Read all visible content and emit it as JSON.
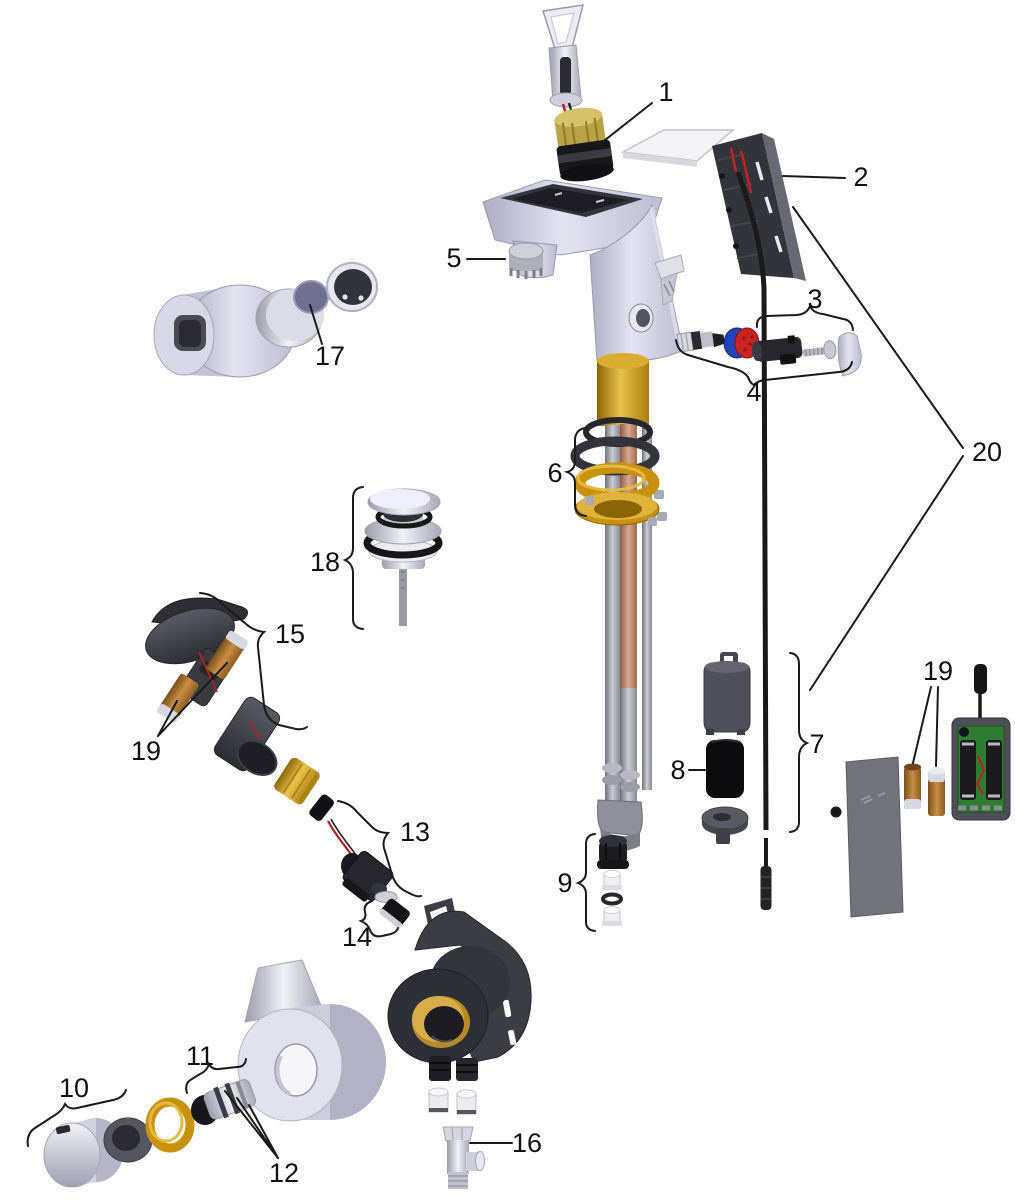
{
  "diagram": {
    "labels": {
      "p1": "1",
      "p2": "2",
      "p3": "3",
      "p4": "4",
      "p5": "5",
      "p6": "6",
      "p7": "7",
      "p8": "8",
      "p9": "9",
      "p10": "10",
      "p11": "11",
      "p12": "12",
      "p13": "13",
      "p14": "14",
      "p15": "15",
      "p16": "16",
      "p17": "17",
      "p18": "18",
      "p19_left": "19",
      "p19_right": "19",
      "p20": "20"
    },
    "colors": {
      "background": "#ffffff",
      "callout_line": "#1a1a1a",
      "faucet_body": "#c9c9dd",
      "brass": "#c8920f",
      "copper": "#bf8a70",
      "dark_gray": "#3b3b43",
      "black_part": "#17171b",
      "battery_brown": "#a9742f",
      "pcb_green": "#2e7d32",
      "mixer_red": "#cc2222",
      "mixer_blue": "#2244bb"
    }
  }
}
